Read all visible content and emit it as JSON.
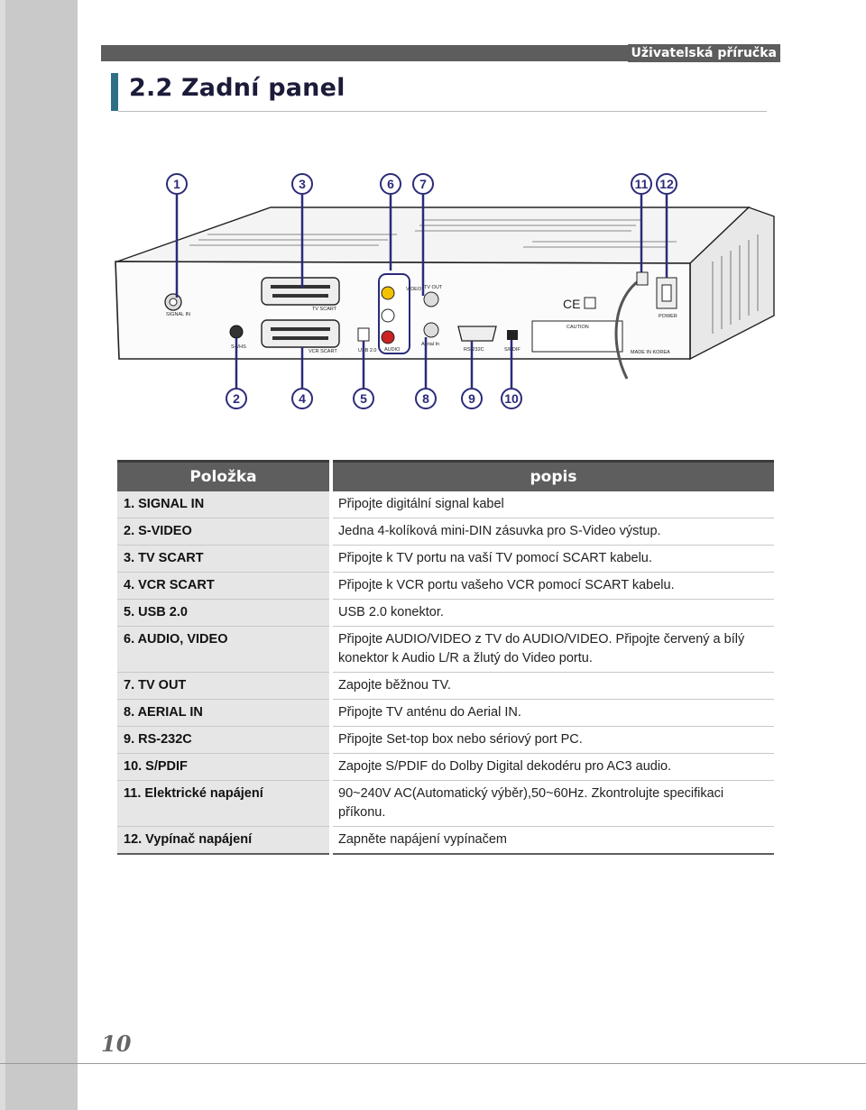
{
  "header": {
    "title": "Uživatelská příručka"
  },
  "section": {
    "title": "2.2 Zadní panel"
  },
  "figure": {
    "callouts_top": [
      "1",
      "3",
      "6",
      "7",
      "11",
      "12"
    ],
    "callouts_bottom": [
      "2",
      "4",
      "5",
      "8",
      "9",
      "10"
    ],
    "panel_labels": {
      "signal_in": "SIGNAL IN",
      "svhs": "S-VHS",
      "tv_scart": "TV SCART",
      "vcr_scart": "VCR SCART",
      "usb": "USB 2.0",
      "video": "VIDEO",
      "audio": "AUDIO",
      "tv_out": "TV OUT",
      "aerial_in": "Aerial In",
      "rs232c": "RS-232C",
      "spdif": "S/PDIF",
      "power": "POWER",
      "caution": "CAUTION",
      "made_in": "MADE IN KOREA"
    }
  },
  "table": {
    "headers": [
      "Položka",
      "popis"
    ],
    "rows": [
      {
        "item": "1. SIGNAL IN",
        "desc": "Připojte digitální signal kabel"
      },
      {
        "item": "2. S-VIDEO",
        "desc": "Jedna 4-kolíková mini-DIN zásuvka pro S-Video výstup."
      },
      {
        "item": "3. TV SCART",
        "desc": "Připojte k TV portu na vaší TV pomocí SCART kabelu."
      },
      {
        "item": "4. VCR SCART",
        "desc": "Připojte k VCR portu vašeho VCR pomocí SCART kabelu."
      },
      {
        "item": "5. USB 2.0",
        "desc": "USB 2.0 konektor."
      },
      {
        "item": "6. AUDIO, VIDEO",
        "desc": "Připojte AUDIO/VIDEO z TV do AUDIO/VIDEO. Připojte červený a bílý konektor k Audio L/R a žlutý do Video portu."
      },
      {
        "item": "7. TV OUT",
        "desc": "Zapojte běžnou TV."
      },
      {
        "item": "8. AERIAL IN",
        "desc": "Připojte TV anténu do Aerial IN."
      },
      {
        "item": "9. RS-232C",
        "desc": "Připojte Set-top box nebo sériový port PC."
      },
      {
        "item": "10. S/PDIF",
        "desc": "Zapojte S/PDIF do Dolby Digital dekodéru pro AC3 audio."
      },
      {
        "item": "11. Elektrické napájení",
        "desc": "90~240V AC(Automatický výběr),50~60Hz. Zkontrolujte specifikaci příkonu."
      },
      {
        "item": "12. Vypínač napájení",
        "desc": "Zapněte napájení vypínačem"
      }
    ]
  },
  "footer": {
    "page_number": "10"
  }
}
